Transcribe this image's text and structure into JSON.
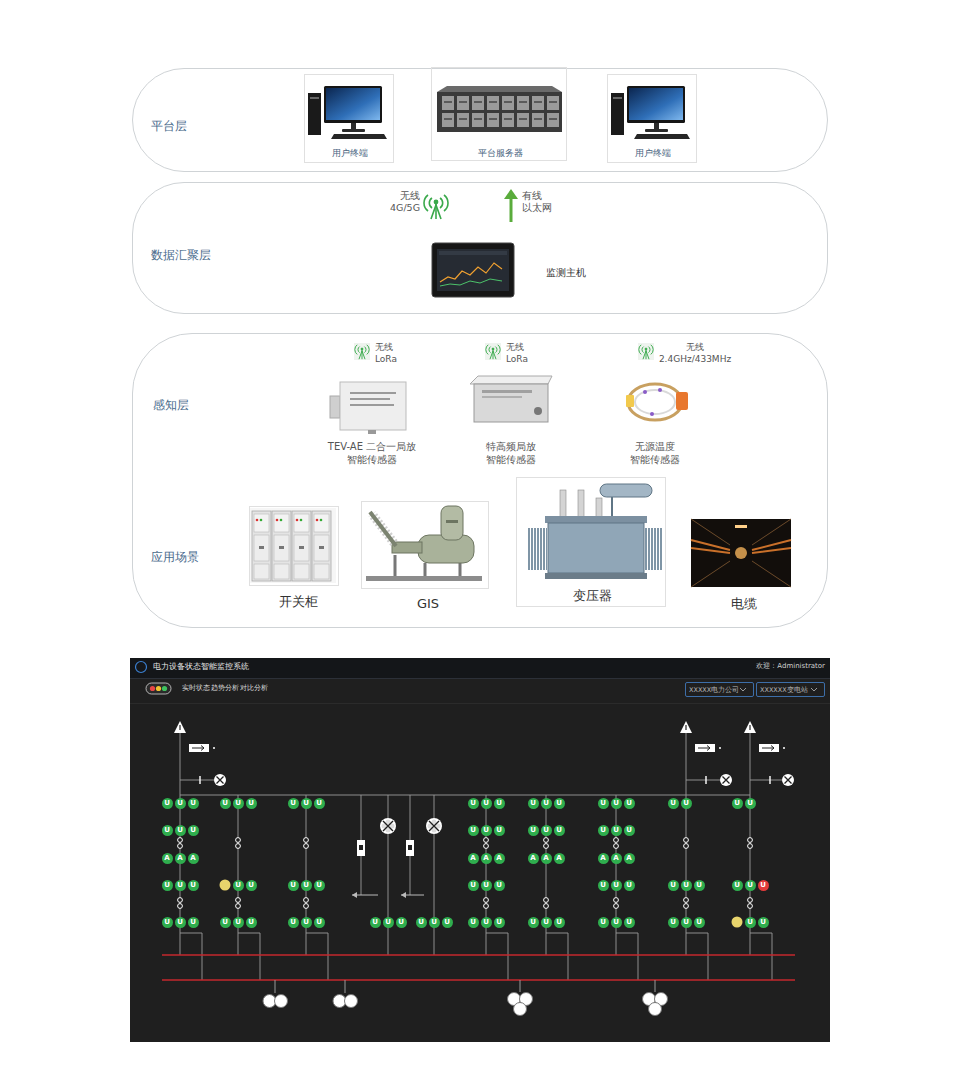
{
  "diagram": {
    "nodes": [
      {
        "text": [
          "平台层"
        ]
      },
      {
        "text": [
          "用户终端"
        ],
        "in": 0
      },
      {
        "text": [
          "平台服务器"
        ],
        "in": 0
      },
      {
        "text": [
          "用户终端"
        ],
        "in": 0
      },
      {
        "text": [
          "数据汇聚层"
        ]
      },
      {
        "text": [
          "监测主机"
        ],
        "in": 4
      },
      {
        "text": [
          "感知层",
          "应用场景"
        ]
      },
      {
        "text": [
          "开关柜"
        ],
        "in": 6
      },
      {
        "text": [
          "GIS"
        ],
        "in": 6
      },
      {
        "text": [
          "变压器"
        ],
        "in": 6
      },
      {
        "text": [
          "电缆"
        ],
        "in": 6
      },
      {
        "text": [
          "电力设备状态智能监控系统"
        ]
      },
      {
        "text": [
          "XXXXX电力公司"
        ],
        "in": 11
      },
      {
        "text": [
          "XXXXXX变电站"
        ],
        "in": 11
      },
      {
        "text": [
          "U"
        ],
        "in": 11
      },
      {
        "text": [
          "U"
        ],
        "in": 11
      },
      {
        "text": [
          "U"
        ],
        "in": 11
      },
      {
        "text": [
          "U"
        ],
        "in": 11
      },
      {
        "text": [
          "U"
        ],
        "in": 11
      },
      {
        "text": [
          "U"
        ],
        "in": 11
      },
      {
        "text": [
          "U"
        ],
        "in": 11
      },
      {
        "text": [
          "U"
        ],
        "in": 11
      },
      {
        "text": [
          "U"
        ],
        "in": 11
      },
      {
        "text": [
          "U"
        ],
        "in": 11
      },
      {
        "text": [
          "U"
        ],
        "in": 11
      },
      {
        "text": [
          "U"
        ],
        "in": 11
      },
      {
        "text": [
          "U"
        ],
        "in": 11
      },
      {
        "text": [
          "U"
        ],
        "in": 11
      },
      {
        "text": [
          "U"
        ],
        "in": 11
      },
      {
        "text": [
          "U"
        ],
        "in": 11
      },
      {
        "text": [
          "U"
        ],
        "in": 11
      },
      {
        "text": [
          "U"
        ],
        "in": 11
      },
      {
        "text": [
          "U"
        ],
        "in": 11
      },
      {
        "text": [
          "U"
        ],
        "in": 11
      },
      {
        "text": [
          "U"
        ],
        "in": 11
      },
      {
        "text": [
          "U"
        ],
        "in": 11
      },
      {
        "text": [
          "U"
        ],
        "in": 11
      },
      {
        "text": [
          "U"
        ],
        "in": 11
      },
      {
        "text": [
          "U"
        ],
        "in": 11
      },
      {
        "text": [
          "U"
        ],
        "in": 11
      },
      {
        "text": [
          "U"
        ],
        "in": 11
      },
      {
        "text": [
          "U"
        ],
        "in": 11
      },
      {
        "text": [
          "U"
        ],
        "in": 11
      },
      {
        "text": [
          "U"
        ],
        "in": 11
      },
      {
        "text": [
          "U"
        ],
        "in": 11
      },
      {
        "text": [
          "U"
        ],
        "in": 11
      },
      {
        "text": [
          "U"
        ],
        "in": 11
      },
      {
        "text": [
          "U"
        ],
        "in": 11
      },
      {
        "text": [
          "A"
        ],
        "in": 11
      },
      {
        "text": [
          "A"
        ],
        "in": 11
      },
      {
        "text": [
          "A"
        ],
        "in": 11
      },
      {
        "text": [
          "A"
        ],
        "in": 11
      },
      {
        "text": [
          "A"
        ],
        "in": 11
      },
      {
        "text": [
          "A"
        ],
        "in": 11
      },
      {
        "text": [
          "A"
        ],
        "in": 11
      },
      {
        "text": [
          "A"
        ],
        "in": 11
      },
      {
        "text": [
          "A"
        ],
        "in": 11
      },
      {
        "text": [
          "A"
        ],
        "in": 11
      },
      {
        "text": [
          "A"
        ],
        "in": 11
      },
      {
        "text": [
          "A"
        ],
        "in": 11
      },
      {
        "text": [
          "U"
        ],
        "in": 11
      },
      {
        "text": [
          "U"
        ],
        "in": 11
      },
      {
        "text": [
          "U"
        ],
        "in": 11
      },
      {
        "text": [
          "U"
        ],
        "in": 11
      },
      {
        "text": [
          "U"
        ],
        "in": 11
      },
      {
        "text": [
          "U"
        ],
        "in": 11
      },
      {
        "text": [
          "U"
        ],
        "in": 11
      },
      {
        "text": [
          "U"
        ],
        "in": 11
      },
      {
        "text": [
          "U"
        ],
        "in": 11
      },
      {
        "text": [
          "U"
        ],
        "in": 11
      },
      {
        "text": [
          "U"
        ],
        "in": 11
      },
      {
        "text": [
          "U"
        ],
        "in": 11
      },
      {
        "text": [
          "U"
        ],
        "in": 11
      },
      {
        "text": [
          "U"
        ],
        "in": 11
      },
      {
        "text": [
          "U"
        ],
        "in": 11
      },
      {
        "text": [
          "U"
        ],
        "in": 11
      },
      {
        "text": [
          "U"
        ],
        "in": 11
      },
      {
        "text": [
          "U"
        ],
        "in": 11
      },
      {
        "text": [
          "U"
        ],
        "in": 11
      },
      {
        "text": [
          "U"
        ],
        "in": 11
      },
      {
        "text": [
          "U"
        ],
        "in": 11
      },
      {
        "text": [
          "U"
        ],
        "in": 11
      },
      {
        "text": [
          "U"
        ],
        "in": 11
      },
      {
        "text": [
          "U"
        ],
        "in": 11
      },
      {
        "text": [
          "U"
        ],
        "in": 11
      },
      {
        "text": [
          "U"
        ],
        "in": 11
      },
      {
        "text": [
          "U"
        ],
        "in": 11
      },
      {
        "text": [
          "U"
        ],
        "in": 11
      },
      {
        "text": [
          "U"
        ],
        "in": 11
      },
      {
        "text": [
          "U"
        ],
        "in": 11
      },
      {
        "text": [
          "U"
        ],
        "in": 11
      },
      {
        "text": [
          "U"
        ],
        "in": 11
      },
      {
        "text": [
          "U"
        ],
        "in": 11
      },
      {
        "text": [
          "U"
        ],
        "in": 11
      },
      {
        "text": [
          "U"
        ],
        "in": 11
      },
      {
        "text": [
          "U"
        ],
        "in": 11
      },
      {
        "text": [
          "U"
        ],
        "in": 11
      },
      {
        "text": [
          "U"
        ],
        "in": 11
      },
      {
        "text": [
          "U"
        ],
        "in": 11
      },
      {
        "text": [
          "U"
        ],
        "in": 11
      },
      {
        "text": [
          "U"
        ],
        "in": 11
      },
      {
        "text": [
          "U"
        ],
        "in": 11
      },
      {
        "text": [
          "U"
        ],
        "in": 11
      },
      {
        "text": [
          "U"
        ],
        "in": 11
      },
      {
        "text": [
          "U"
        ],
        "in": 11
      },
      {
        "text": [
          "U"
        ],
        "in": 11
      },
      {
        "text": [
          "U"
        ],
        "in": 11
      },
      {
        "text": [
          "U"
        ],
        "in": 11
      },
      {
        "text": [
          "U"
        ],
        "in": 11
      }
    ],
    "labels": [
      "无线 4G/5G",
      "有线 以太网",
      "无线 LoRa",
      "无线 LoRa",
      "无线 2.4GHz/433MHz",
      "TEV-AE 二合一局放 智能传感器",
      "特高频局放 智能传感器",
      "无源温度 智能传感器",
      "欢迎：Administrator",
      "实时状态",
      "趋势分析",
      "对比分析"
    ]
  }
}
